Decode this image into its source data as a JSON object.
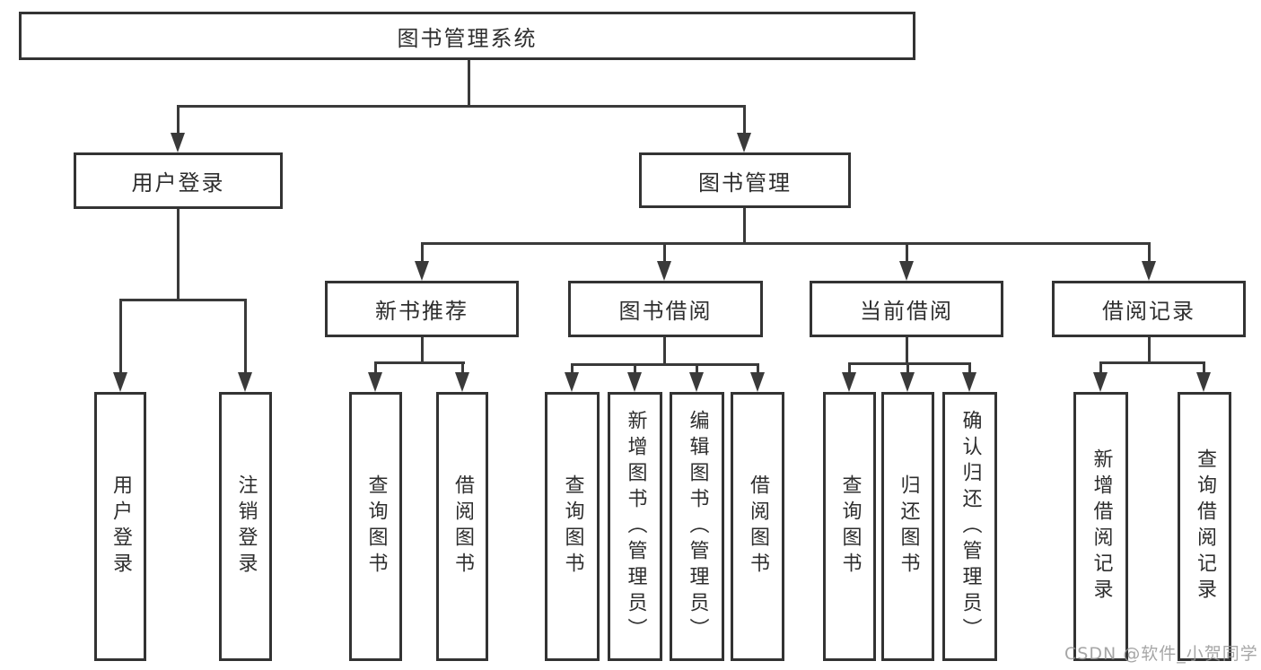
{
  "tree": {
    "root": "图书管理系统",
    "branches": [
      {
        "label": "用户登录",
        "children": [
          {
            "label": "用户登录"
          },
          {
            "label": "注销登录"
          }
        ]
      },
      {
        "label": "图书管理",
        "children": [
          {
            "label": "新书推荐",
            "children": [
              {
                "label": "查询图书"
              },
              {
                "label": "借阅图书"
              }
            ]
          },
          {
            "label": "图书借阅",
            "children": [
              {
                "label": "查询图书"
              },
              {
                "label": "新增图书（管理员）"
              },
              {
                "label": "编辑图书（管理员）"
              },
              {
                "label": "借阅图书"
              }
            ]
          },
          {
            "label": "当前借阅",
            "children": [
              {
                "label": "查询图书"
              },
              {
                "label": "归还图书"
              },
              {
                "label": "确认归还（管理员）"
              }
            ]
          },
          {
            "label": "借阅记录",
            "children": [
              {
                "label": "新增借阅记录"
              },
              {
                "label": "查询借阅记录"
              }
            ]
          }
        ]
      }
    ]
  },
  "watermark": {
    "text": "CSDN @软件_小贺同学"
  },
  "colors": {
    "line": "#3a3a3a",
    "box_border": "#333333",
    "box_fill": "#ffffff",
    "text": "#2e2e2e",
    "watermark": "#969696"
  }
}
